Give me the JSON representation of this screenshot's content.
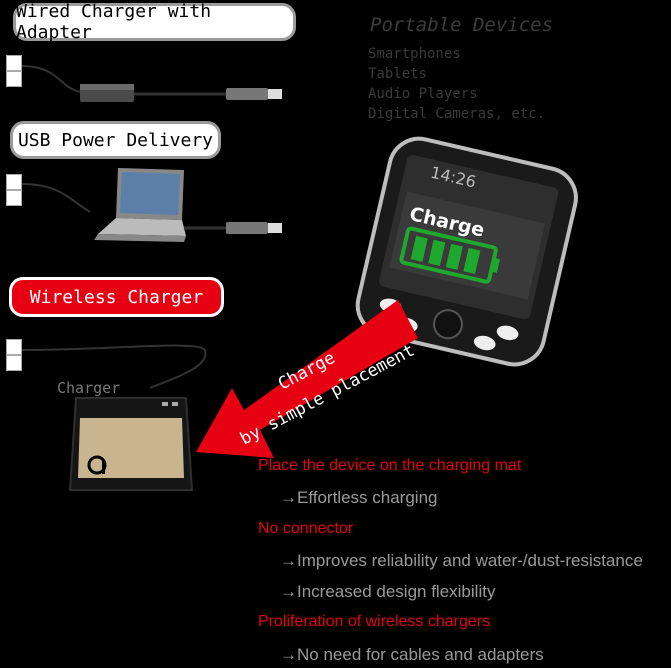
{
  "labels": {
    "wired": "Wired Charger with Adapter",
    "usb_pd": "USB Power Delivery",
    "wireless": "Wireless Charger",
    "charger": "Charger"
  },
  "portable": {
    "title": "Portable Devices",
    "items": [
      "Smartphones",
      "Tablets",
      "Audio Players",
      "Digital Cameras, etc."
    ]
  },
  "phone": {
    "clock": "14:26",
    "screen_text": "Charge"
  },
  "arrow": {
    "line1": "Charge",
    "line2": "by simple placement"
  },
  "benefits": [
    {
      "heading": "Place the device on the charging mat",
      "subs": [
        "→Effortless charging"
      ]
    },
    {
      "heading": "No connector",
      "subs": [
        "→Improves reliability and water-/dust-resistance",
        "→Increased design flexibility"
      ]
    },
    {
      "heading": "Proliferation of wireless chargers",
      "subs": [
        "→No need for cables and adapters"
      ]
    }
  ],
  "colors": {
    "accent": "#e60012",
    "charge_green": "#1fa82e"
  }
}
